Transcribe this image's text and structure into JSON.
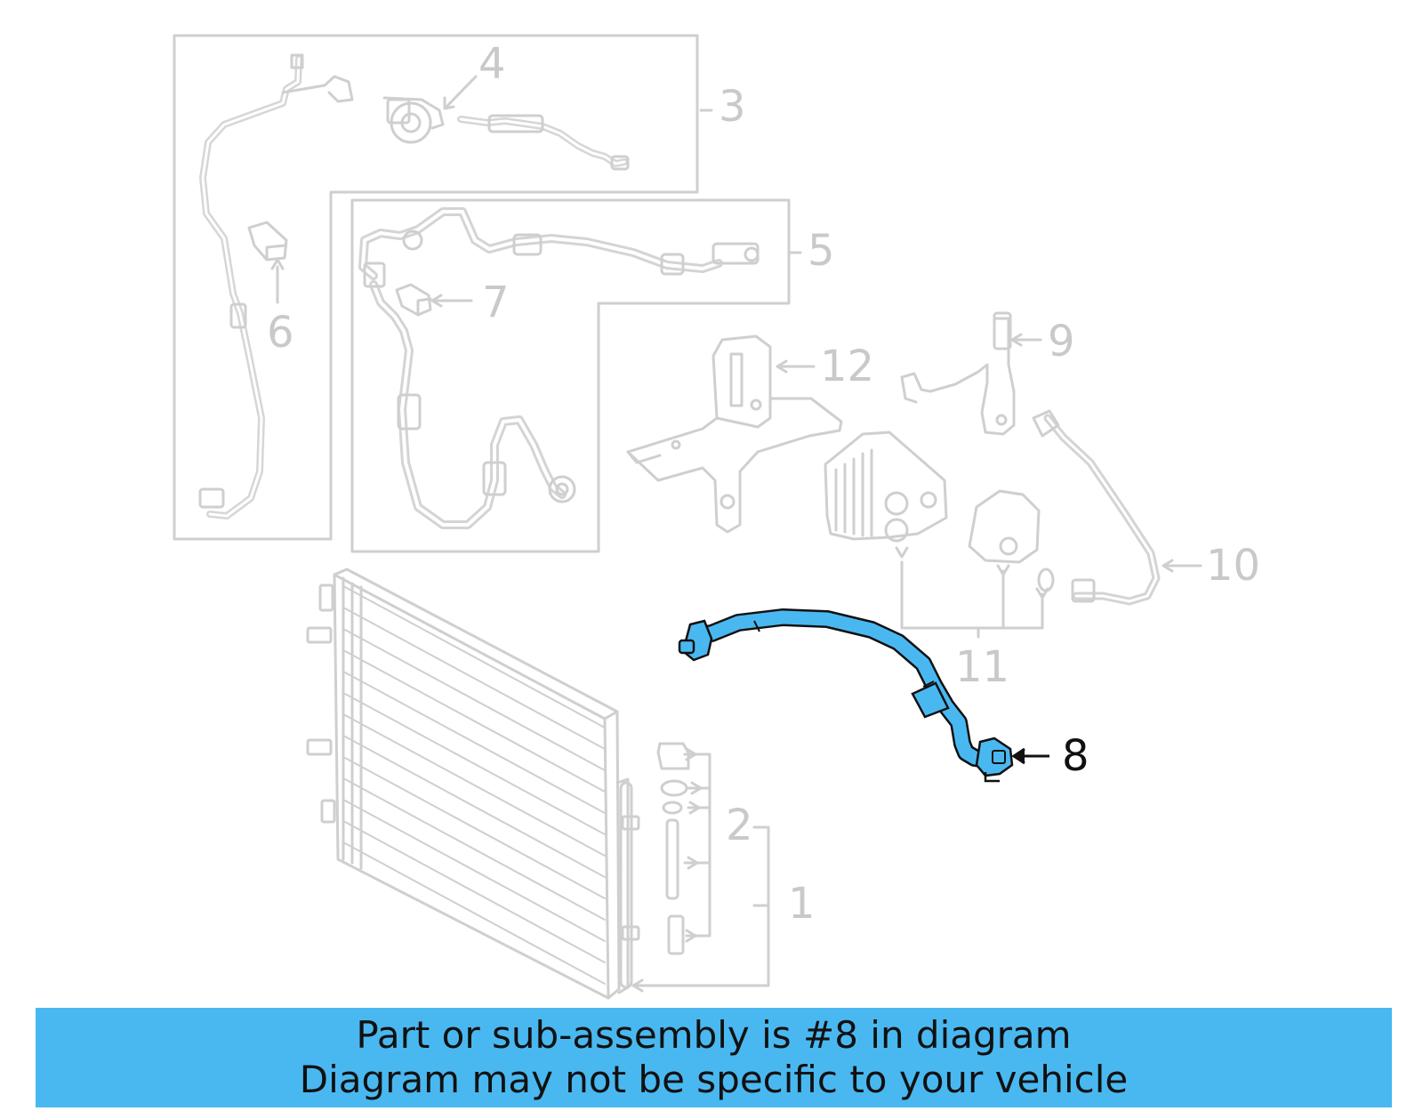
{
  "callouts": {
    "c1": "1",
    "c2": "2",
    "c3": "3",
    "c4": "4",
    "c5": "5",
    "c6": "6",
    "c7": "7",
    "c8": "8",
    "c9": "9",
    "c10": "10",
    "c11": "11",
    "c12": "12"
  },
  "highlighted_part": "8",
  "colors": {
    "highlight": "#4ab8f0",
    "ghost": "#c9c9c9",
    "banner": "#4ab8f0",
    "text": "#111111"
  },
  "banner": {
    "line1": "Part or sub-assembly is #8 in diagram",
    "line2": "Diagram may not be specific to your vehicle"
  }
}
